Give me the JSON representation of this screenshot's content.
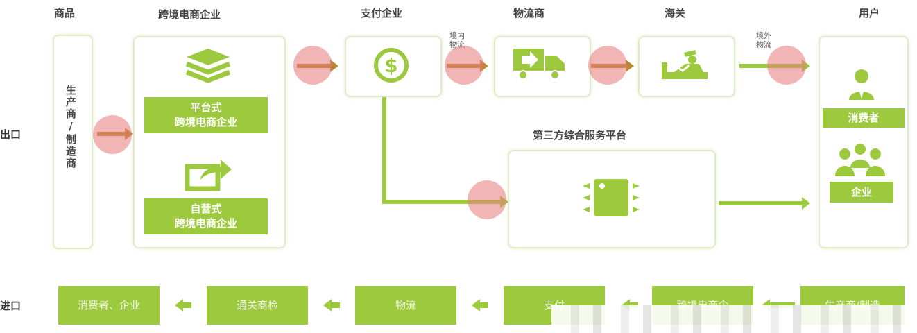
{
  "headers": {
    "goods": "商品",
    "crossborder": "跨境电商企业",
    "payment": "支付企业",
    "logistics": "物流商",
    "customs": "海关",
    "user": "用户"
  },
  "side_labels": {
    "export": "出口",
    "import": "进口"
  },
  "producer_vertical": "生产商/制造商",
  "platform": {
    "line1": "平台式",
    "line2": "跨境电商企业"
  },
  "self": {
    "line1": "自营式",
    "line2": "跨境电商企业"
  },
  "notes": {
    "domestic_1": "境内",
    "domestic_2": "物流",
    "overseas_1": "境外",
    "overseas_2": "物流"
  },
  "third_party_title": "第三方综合服务平台",
  "users": {
    "consumer": "消费者",
    "enterprise": "企业"
  },
  "import_flow": [
    "消费者、企业",
    "通关商检",
    "物流",
    "支付",
    "跨境电商企",
    "生产商/制造"
  ],
  "colors": {
    "green": "#9cc93e",
    "brown": "#b58a2e",
    "highlight": "#e87878"
  }
}
